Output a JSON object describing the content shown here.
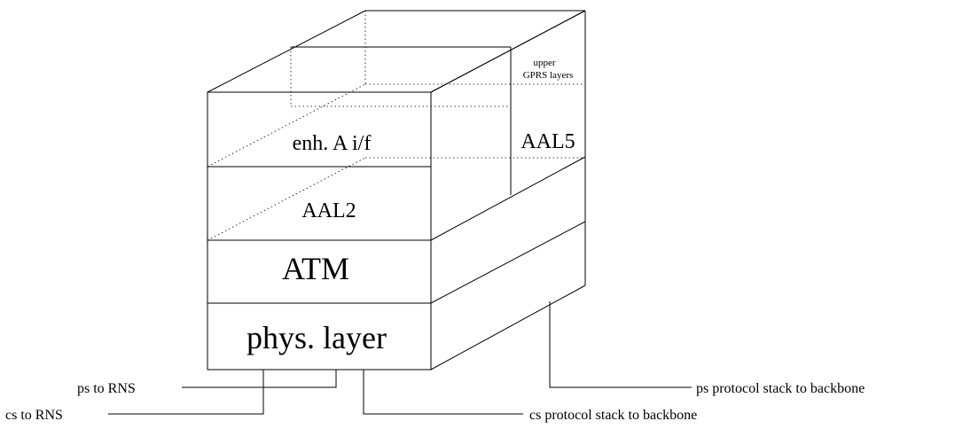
{
  "layers": {
    "enh_a_if": "enh. A i/f",
    "aal2": "AAL2",
    "atm": "ATM",
    "phys": "phys. layer",
    "aal5": "AAL5",
    "upper_gprs_line1": "upper",
    "upper_gprs_line2": "GPRS layers"
  },
  "connectors": {
    "ps_to_rns": "ps to RNS",
    "cs_to_rns": "cs to RNS",
    "ps_stack_backbone": "ps protocol stack to backbone",
    "cs_stack_backbone": "cs protocol stack to backbone"
  }
}
